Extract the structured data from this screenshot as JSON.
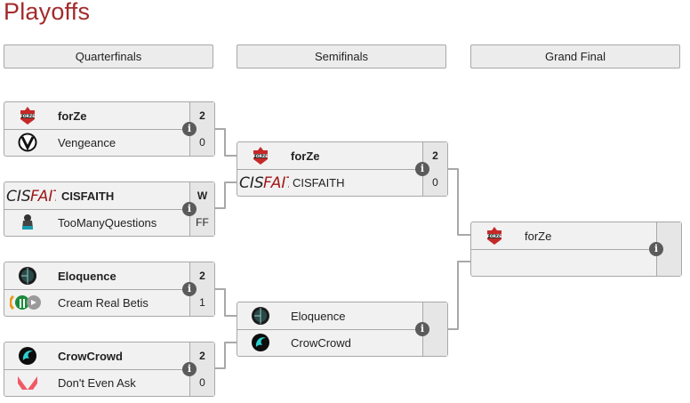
{
  "page": {
    "title": "Playoffs"
  },
  "stages": [
    "Quarterfinals",
    "Semifinals",
    "Grand Final"
  ],
  "colors": {
    "title": "#a32a2a",
    "border": "#a8a8a8",
    "box_bg": "#f1f1f1",
    "score_bg": "#e6e6e6",
    "info_icon": "#5b5b5b"
  },
  "matches": {
    "qf1": {
      "teams": [
        {
          "name": "forZe",
          "score": "2",
          "winner": true,
          "logo": "forze-logo"
        },
        {
          "name": "Vengeance",
          "score": "0",
          "winner": false,
          "logo": "vengeance-logo"
        }
      ]
    },
    "qf2": {
      "teams": [
        {
          "name": "CISFAITH",
          "score": "W",
          "winner": true,
          "logo": "cisfaith-logo"
        },
        {
          "name": "TooManyQuestions",
          "score": "FF",
          "winner": false,
          "logo": "toomanyquestions-logo"
        }
      ]
    },
    "qf3": {
      "teams": [
        {
          "name": "Eloquence",
          "score": "2",
          "winner": true,
          "logo": "eloquence-logo"
        },
        {
          "name": "Cream Real Betis",
          "score": "1",
          "winner": false,
          "logo": "cream-real-betis-logo"
        }
      ]
    },
    "qf4": {
      "teams": [
        {
          "name": "CrowCrowd",
          "score": "2",
          "winner": true,
          "logo": "crowcrowd-logo"
        },
        {
          "name": "Don't Even Ask",
          "score": "0",
          "winner": false,
          "logo": "dont-even-ask-logo"
        }
      ]
    },
    "sf1": {
      "teams": [
        {
          "name": "forZe",
          "score": "2",
          "winner": true,
          "logo": "forze-logo"
        },
        {
          "name": "CISFAITH",
          "score": "0",
          "winner": false,
          "logo": "cisfaith-logo"
        }
      ]
    },
    "sf2": {
      "teams": [
        {
          "name": "Eloquence",
          "score": "",
          "winner": false,
          "logo": "eloquence-logo"
        },
        {
          "name": "CrowCrowd",
          "score": "",
          "winner": false,
          "logo": "crowcrowd-logo"
        }
      ]
    },
    "gf": {
      "teams": [
        {
          "name": "forZe",
          "score": "",
          "winner": false,
          "logo": "forze-logo"
        },
        {
          "name": "",
          "score": "",
          "winner": false,
          "logo": ""
        }
      ]
    }
  },
  "info_icon_glyph": "i"
}
